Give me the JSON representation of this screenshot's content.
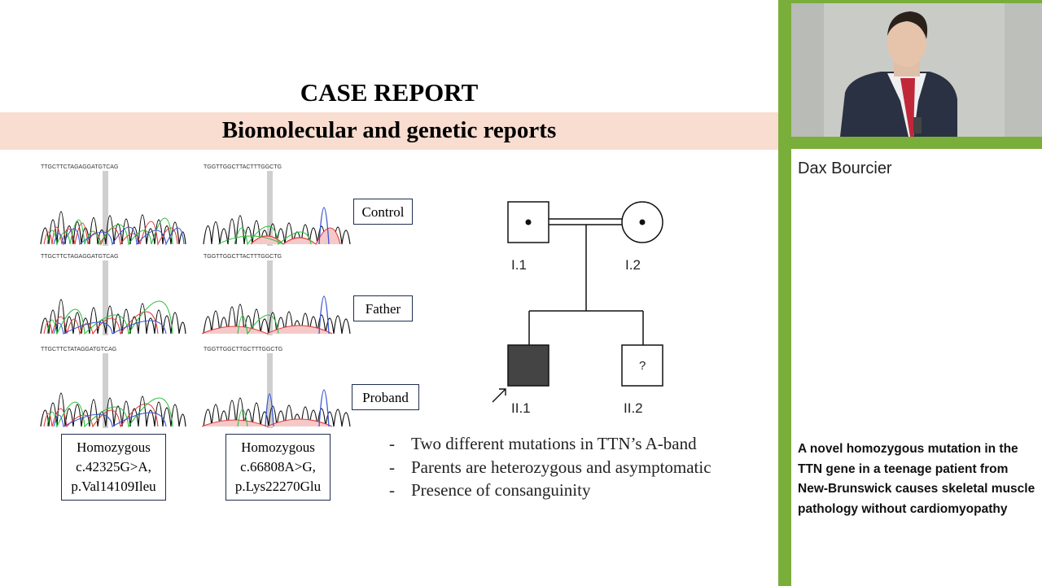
{
  "slide": {
    "heading": "CASE REPORT",
    "subheading": "Biomolecular and genetic reports",
    "sample_labels": [
      "Control",
      "Father",
      "Proband"
    ],
    "mutations": [
      {
        "zygosity": "Homozygous",
        "cdna": "c.42325G>A,",
        "protein": "p.Val14109Ileu"
      },
      {
        "zygosity": "Homozygous",
        "cdna": "c.66808A>G,",
        "protein": "p.Lys22270Glu"
      }
    ],
    "pedigree": {
      "father_label": "I.1",
      "mother_label": "I.2",
      "proband_label": "II.1",
      "sibling_label": "II.2",
      "sibling_mark": "?"
    },
    "bullets": [
      "Two different mutations in TTN’s A-band",
      "Parents are heterozygous and asymptomatic",
      "Presence of consanguinity"
    ],
    "bullet_marker": "-"
  },
  "sidebar": {
    "speaker_name": "Dax Bourcier",
    "talk_title": "A novel homozygous mutation in the TTN gene in a teenage patient from New-Brunswick causes skeletal muscle pathology without cardiomyopathy",
    "accent_color": "#7aae3a"
  },
  "colors": {
    "banner": "#f8ddd0",
    "box_border": "#1f2d52",
    "proband_fill": "#444444"
  }
}
